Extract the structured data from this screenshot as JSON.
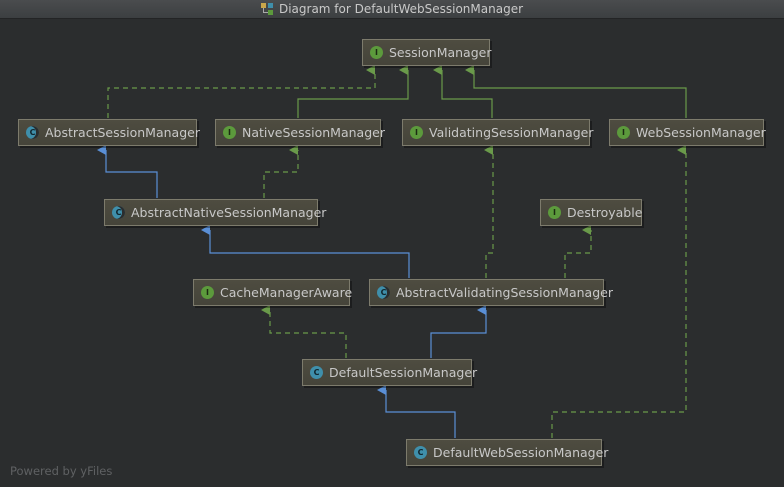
{
  "window": {
    "title": "Diagram for DefaultWebSessionManager",
    "title_icon": "diagram-icon"
  },
  "diagram": {
    "nodes": [
      {
        "id": "SessionManager",
        "label": "SessionManager",
        "kind": "interface",
        "badge": "I"
      },
      {
        "id": "AbstractSessionManager",
        "label": "AbstractSessionManager",
        "kind": "abstract-class",
        "badge": "C"
      },
      {
        "id": "NativeSessionManager",
        "label": "NativeSessionManager",
        "kind": "interface",
        "badge": "I"
      },
      {
        "id": "ValidatingSessionManager",
        "label": "ValidatingSessionManager",
        "kind": "interface",
        "badge": "I"
      },
      {
        "id": "WebSessionManager",
        "label": "WebSessionManager",
        "kind": "interface",
        "badge": "I"
      },
      {
        "id": "AbstractNativeSessionManager",
        "label": "AbstractNativeSessionManager",
        "kind": "abstract-class",
        "badge": "C"
      },
      {
        "id": "Destroyable",
        "label": "Destroyable",
        "kind": "interface",
        "badge": "I"
      },
      {
        "id": "CacheManagerAware",
        "label": "CacheManagerAware",
        "kind": "interface",
        "badge": "I"
      },
      {
        "id": "AbstractValidatingSessionManager",
        "label": "AbstractValidatingSessionManager",
        "kind": "abstract-class",
        "badge": "C"
      },
      {
        "id": "DefaultSessionManager",
        "label": "DefaultSessionManager",
        "kind": "class",
        "badge": "C"
      },
      {
        "id": "DefaultWebSessionManager",
        "label": "DefaultWebSessionManager",
        "kind": "class",
        "badge": "C"
      }
    ],
    "edges": [
      {
        "from": "AbstractSessionManager",
        "to": "SessionManager",
        "type": "implements"
      },
      {
        "from": "NativeSessionManager",
        "to": "SessionManager",
        "type": "extends-interface"
      },
      {
        "from": "ValidatingSessionManager",
        "to": "SessionManager",
        "type": "extends-interface"
      },
      {
        "from": "WebSessionManager",
        "to": "SessionManager",
        "type": "extends-interface"
      },
      {
        "from": "AbstractNativeSessionManager",
        "to": "AbstractSessionManager",
        "type": "extends"
      },
      {
        "from": "AbstractNativeSessionManager",
        "to": "NativeSessionManager",
        "type": "implements"
      },
      {
        "from": "AbstractValidatingSessionManager",
        "to": "AbstractNativeSessionManager",
        "type": "extends"
      },
      {
        "from": "AbstractValidatingSessionManager",
        "to": "ValidatingSessionManager",
        "type": "implements"
      },
      {
        "from": "AbstractValidatingSessionManager",
        "to": "Destroyable",
        "type": "implements"
      },
      {
        "from": "DefaultSessionManager",
        "to": "AbstractValidatingSessionManager",
        "type": "extends"
      },
      {
        "from": "DefaultSessionManager",
        "to": "CacheManagerAware",
        "type": "implements"
      },
      {
        "from": "DefaultWebSessionManager",
        "to": "DefaultSessionManager",
        "type": "extends"
      },
      {
        "from": "DefaultWebSessionManager",
        "to": "WebSessionManager",
        "type": "implements"
      }
    ],
    "colors": {
      "background": "#2b2d2e",
      "extends": "#5a8fd6",
      "implements": "#6a9a4a",
      "interface_badge": "#5c9a3c",
      "class_badge": "#3f8fab"
    }
  },
  "footer": {
    "text": "Powered by yFiles"
  }
}
